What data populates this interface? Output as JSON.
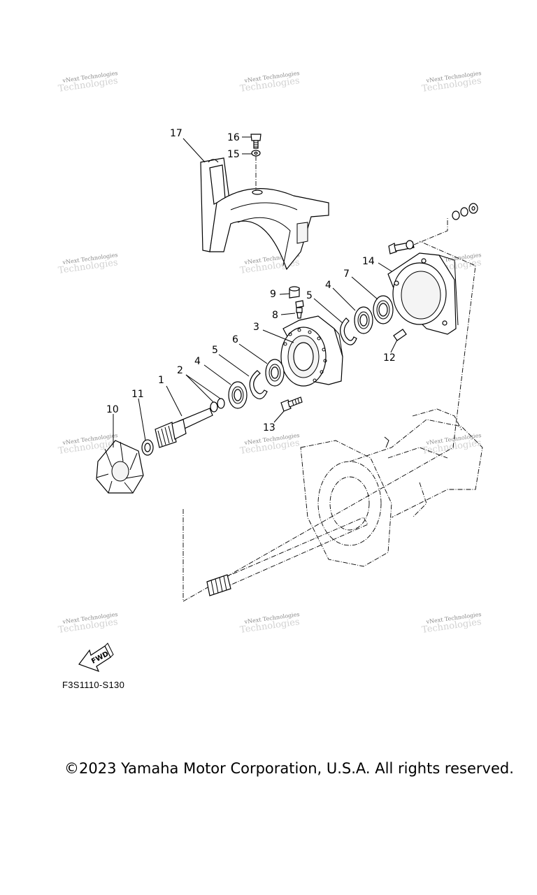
{
  "watermark": {
    "text": "vNext Technologies"
  },
  "callouts": [
    "1",
    "2",
    "3",
    "4",
    "4",
    "5",
    "5",
    "6",
    "7",
    "8",
    "9",
    "10",
    "11",
    "12",
    "13",
    "14",
    "15",
    "16",
    "17"
  ],
  "direction_arrow": {
    "label": "FWD"
  },
  "figure_code": "F3S1110-S130",
  "copyright": "©2023 Yamaha Motor Corporation, U.S.A. All rights reserved."
}
